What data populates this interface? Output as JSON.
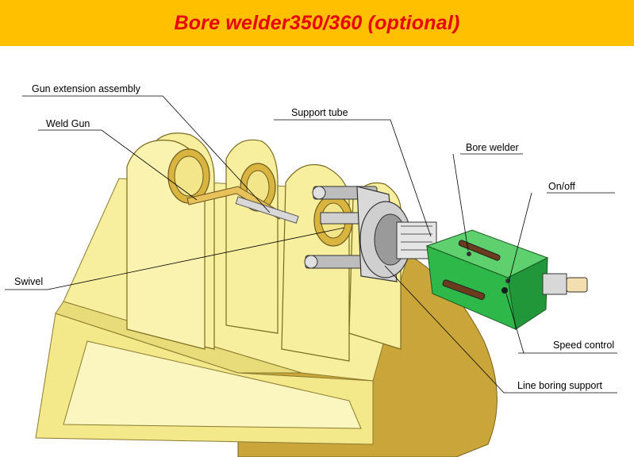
{
  "header": {
    "title": "Bore welder350/360 (optional)",
    "background_color": "#ffc000",
    "title_color": "#e8000b"
  },
  "diagram": {
    "labels": {
      "gun_extension_assembly": "Gun extension assembly",
      "weld_gun": "Weld Gun",
      "support_tube": "Support tube",
      "bore_welder": "Bore welder",
      "on_off": "On/off",
      "swivel": "Swivel",
      "speed_control": "Speed control",
      "line_boring_support": "Line boring support"
    },
    "colors": {
      "bucket_yellow": "#f7ef9e",
      "bucket_shade": "#c9a53a",
      "welder_green": "#2fb84a",
      "metal_gray": "#c8c8c8"
    }
  }
}
